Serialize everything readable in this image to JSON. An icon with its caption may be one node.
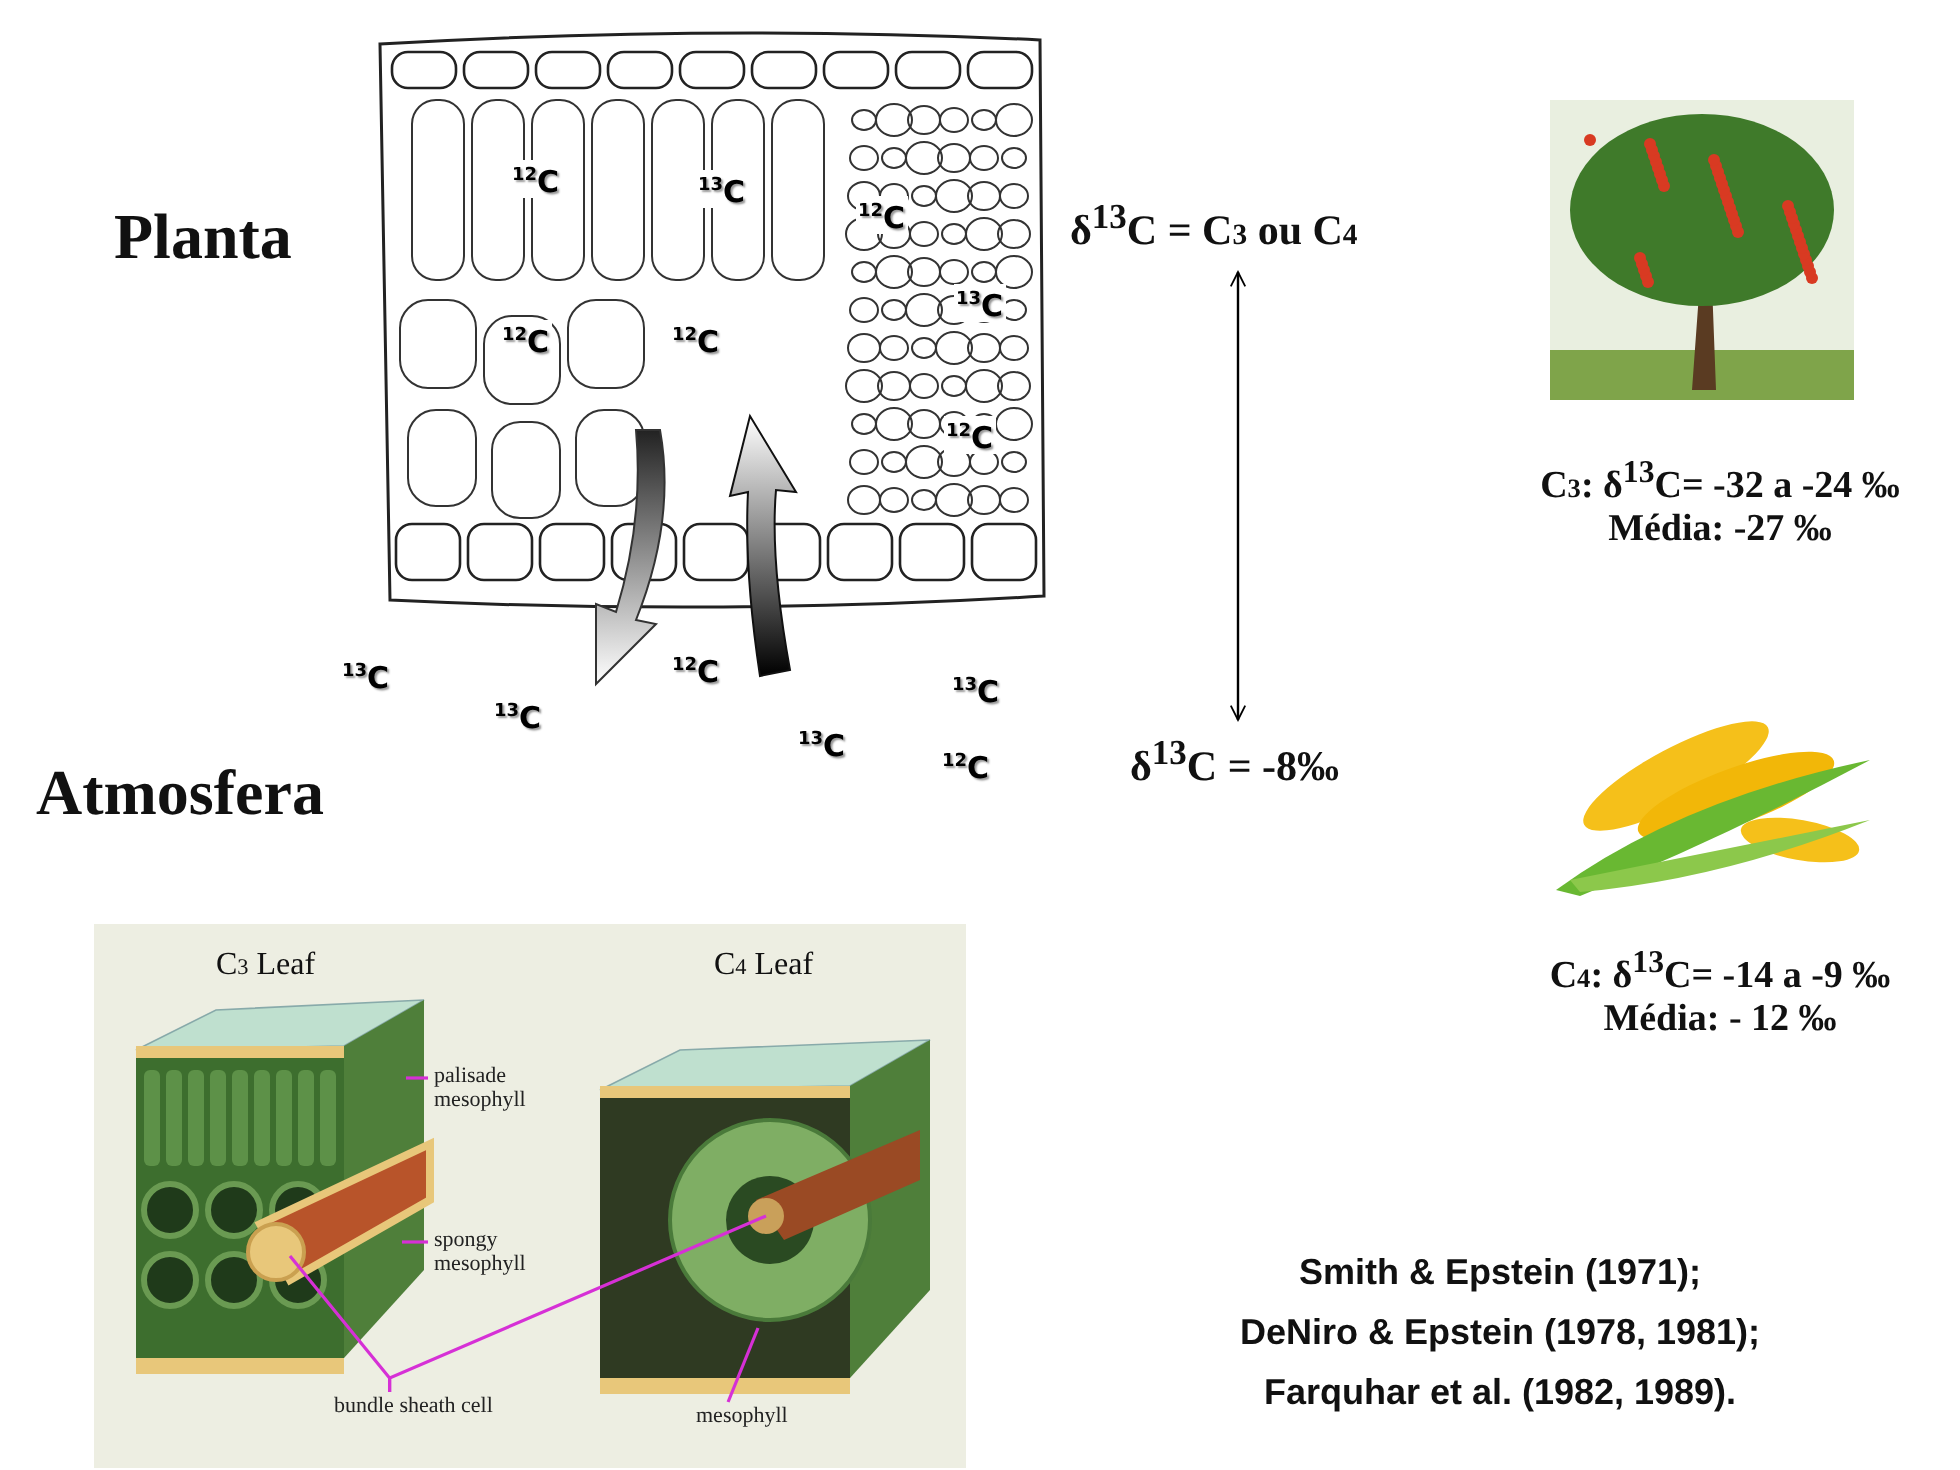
{
  "diagram": {
    "nodes": [
      {
        "text": [
          "δ$^{13}$C = C$_{3}$ ou C$_{4}$"
        ]
      },
      {
        "text": [
          "δ$^{13}$C = -8‰"
        ]
      },
      {
        "text": [
          "palisade mesophyll"
        ]
      },
      {
        "text": [
          "spongy mesophyll"
        ]
      },
      {
        "text": [
          "bundle sheath cell"
        ]
      },
      {
        "text": [
          "mesophyll"
        ]
      }
    ],
    "edges": [
      {
        "from": 0,
        "to": 1,
        "arrow": "both",
        "color": "#000000"
      },
      {
        "from": 2,
        "to": null,
        "arrow": "none"
      },
      {
        "from": 3,
        "to": null,
        "arrow": "none"
      },
      {
        "from": 4,
        "to": null,
        "arrow": "none"
      },
      {
        "from": 4,
        "to": null,
        "arrow": "none"
      },
      {
        "from": 5,
        "to": null,
        "arrow": "none"
      }
    ],
    "labels": [
      "Planta",
      "Atmosfera",
      "$^{12}$C",
      "$^{13}$C",
      "$^{12}$C",
      "$^{13}$C",
      "$^{12}$C",
      "$^{12}$C",
      "$^{12}$C",
      "$^{13}$C",
      "$^{13}$C",
      "$^{12}$C",
      "$^{13}$C",
      "$^{13}$C",
      "$^{12}$C",
      "C$_{3}$ Leaf",
      "C$_{4}$ Leaf",
      "C$_{3}$: δ$^{13}$C= -32 a -24 ‰",
      "Média: -27 ‰",
      "C$_{4}$: δ$^{13}$C= -14 a -9 ‰",
      "Média: - 12 ‰",
      "Smith & Epstein (1971);",
      "DeNiro & Epstein (1978, 1981);",
      "Farquhar et al. (1982, 1989)."
    ]
  }
}
